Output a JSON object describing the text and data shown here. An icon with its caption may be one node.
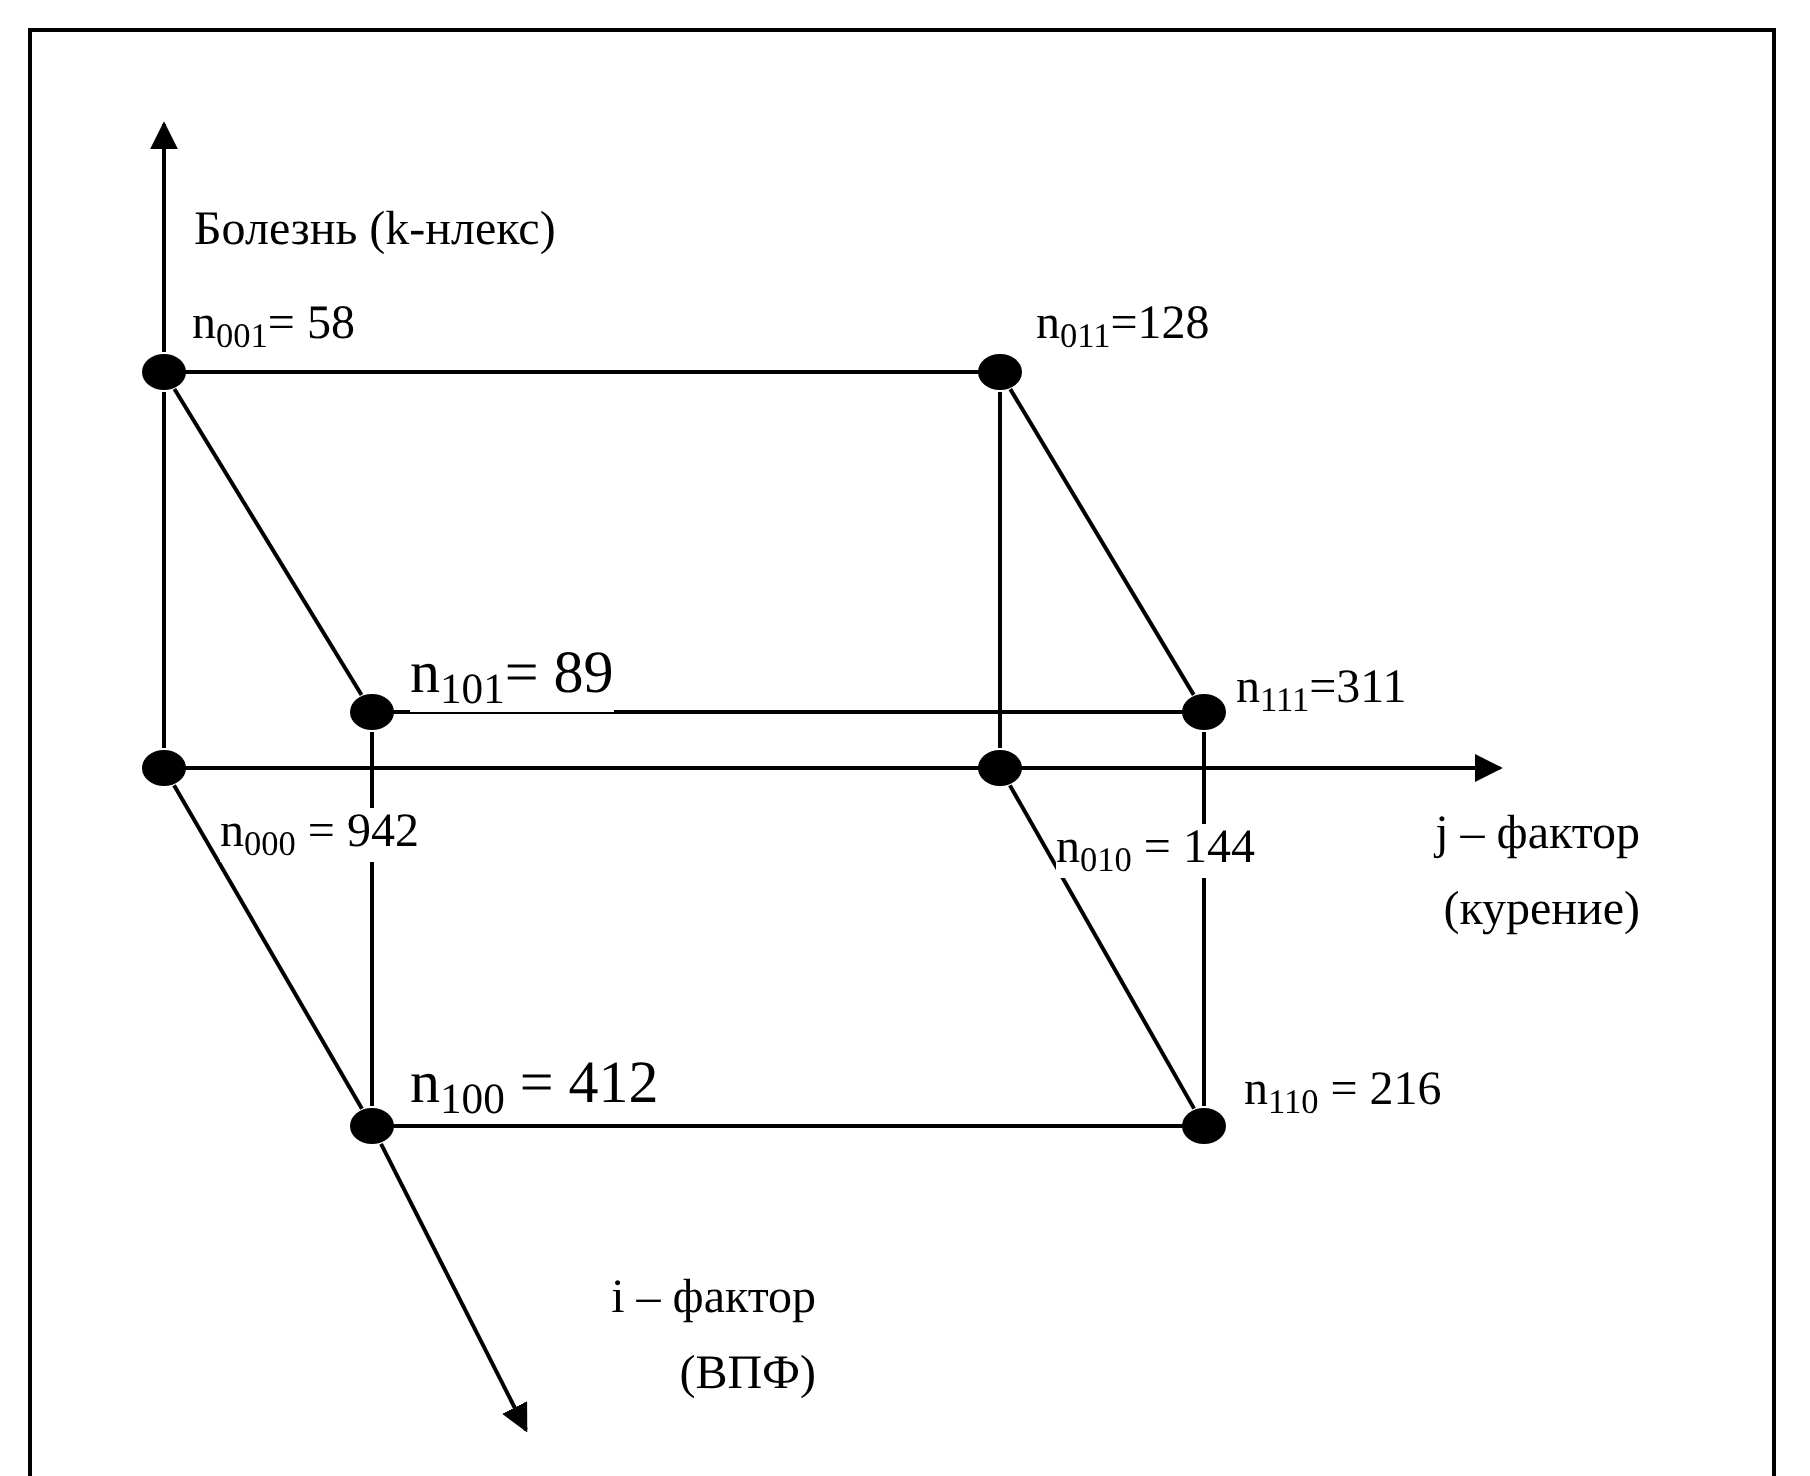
{
  "diagram": {
    "nodes": [
      {
        "text": [],
        "shape": "circle",
        "beside": [
          "n$_{001}$= 58"
        ]
      },
      {
        "text": [],
        "shape": "circle",
        "beside": [
          "n$_{011}$=128"
        ]
      },
      {
        "text": [],
        "shape": "circle",
        "beside": [
          "n$_{101}$= 89"
        ]
      },
      {
        "text": [],
        "shape": "circle",
        "beside": [
          "n$_{111}$=311"
        ]
      },
      {
        "text": [],
        "shape": "circle",
        "beside": [
          "n$_{000}$ = 942"
        ]
      },
      {
        "text": [],
        "shape": "circle",
        "beside": [
          "n$_{010}$ = 144"
        ]
      },
      {
        "text": [],
        "shape": "circle",
        "beside": [
          "n$_{100}$ = 412"
        ]
      },
      {
        "text": [],
        "shape": "circle",
        "beside": [
          "n$_{110}$ = 216"
        ]
      }
    ],
    "edges": [
      {
        "from": 0,
        "to": null,
        "arrow": "to"
      },
      {
        "from": 0,
        "to": 1,
        "arrow": "none"
      },
      {
        "from": 0,
        "to": 2,
        "arrow": "none"
      },
      {
        "from": 1,
        "to": 3,
        "arrow": "none"
      },
      {
        "from": 1,
        "to": 5,
        "arrow": "none"
      },
      {
        "from": 2,
        "to": 3,
        "arrow": "none"
      },
      {
        "from": 2,
        "to": 6,
        "arrow": "none"
      },
      {
        "from": 3,
        "to": 7,
        "arrow": "none"
      },
      {
        "from": 4,
        "to": 0,
        "arrow": "none"
      },
      {
        "from": 4,
        "to": 5,
        "arrow": "none"
      },
      {
        "from": 4,
        "to": 6,
        "arrow": "none"
      },
      {
        "from": 5,
        "to": 7,
        "arrow": "none"
      },
      {
        "from": 6,
        "to": 7,
        "arrow": "none"
      },
      {
        "from": 5,
        "to": null,
        "arrow": "to"
      },
      {
        "from": 6,
        "to": null,
        "arrow": "to"
      }
    ],
    "labels": [
      "Болезнь (k-нлекс)",
      "j – фактор (курение)",
      "i – фактор (ВПФ)"
    ]
  }
}
